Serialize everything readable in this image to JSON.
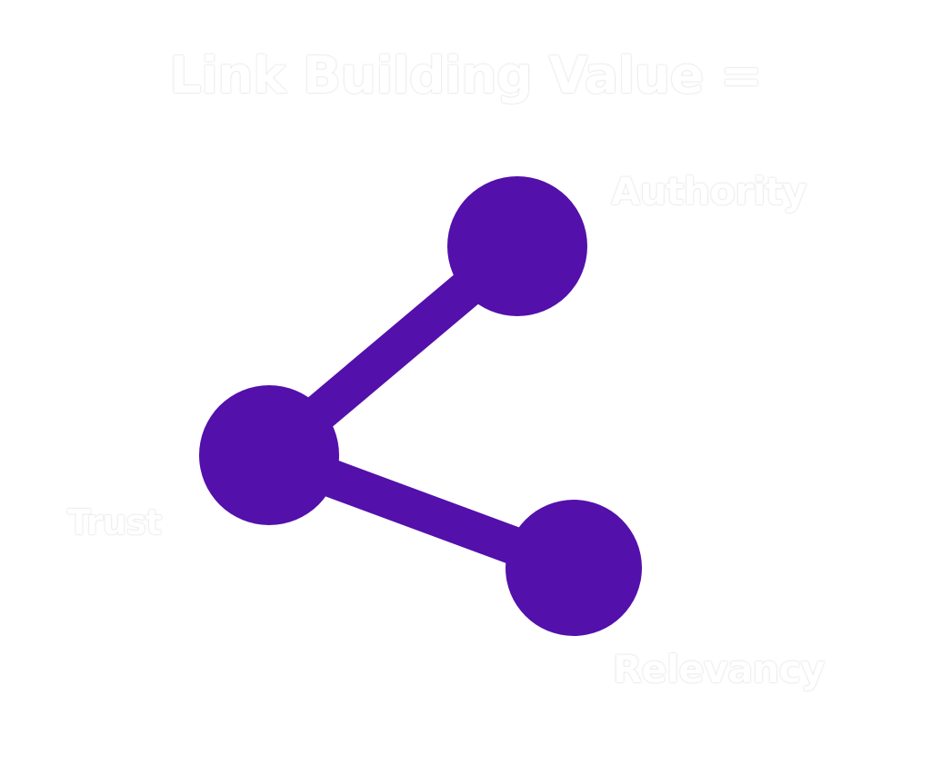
{
  "title": "Link Building Value =",
  "nodes": {
    "authority": "Authority",
    "trust": "Trust",
    "relevancy": "Relevancy"
  },
  "colors": {
    "node": "#5310ab",
    "text": "#ffffff",
    "background": "#ffffff"
  },
  "icon": "share-network-icon"
}
